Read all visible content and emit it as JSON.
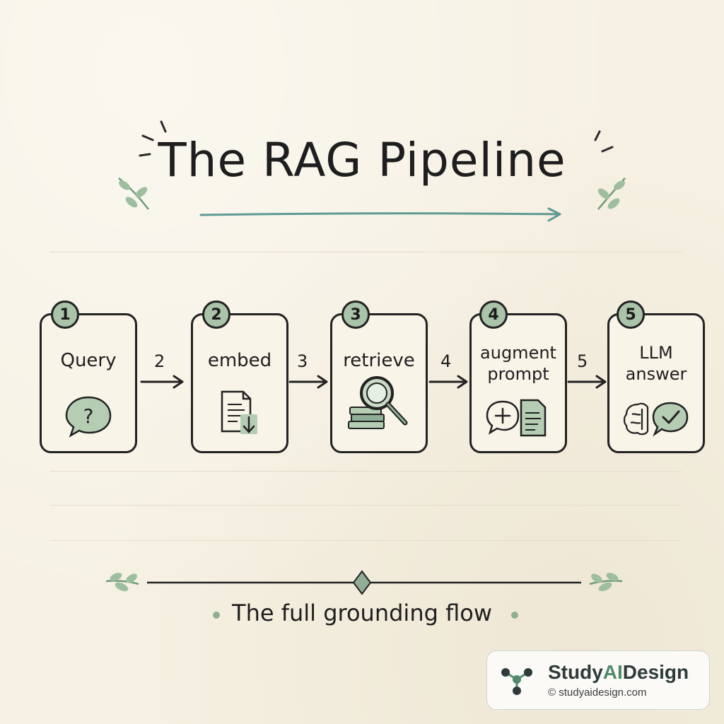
{
  "title": "The RAG Pipeline",
  "steps": [
    {
      "number": "1",
      "label": "Query",
      "icon": "question-bubble-icon"
    },
    {
      "number": "2",
      "label": "embed",
      "icon": "document-download-icon"
    },
    {
      "number": "3",
      "label": "retrieve",
      "icon": "magnifier-books-icon"
    },
    {
      "number": "4",
      "label": "augment prompt",
      "icon": "plus-bubble-document-icon"
    },
    {
      "number": "5",
      "label": "LLM answer",
      "icon": "brain-check-icon"
    }
  ],
  "connectors": [
    "2",
    "3",
    "4",
    "5"
  ],
  "footer": "The full grounding flow",
  "brand": {
    "name_prefix": "Study",
    "name_highlight": "AI",
    "name_suffix": "Design",
    "url": "© studyaidesign.com"
  },
  "colors": {
    "background": "#f6f1e3",
    "accent_green": "#a9c4a8",
    "arrow_teal": "#5e9a94",
    "ink": "#222222",
    "brand_green": "#4f8a6b"
  }
}
